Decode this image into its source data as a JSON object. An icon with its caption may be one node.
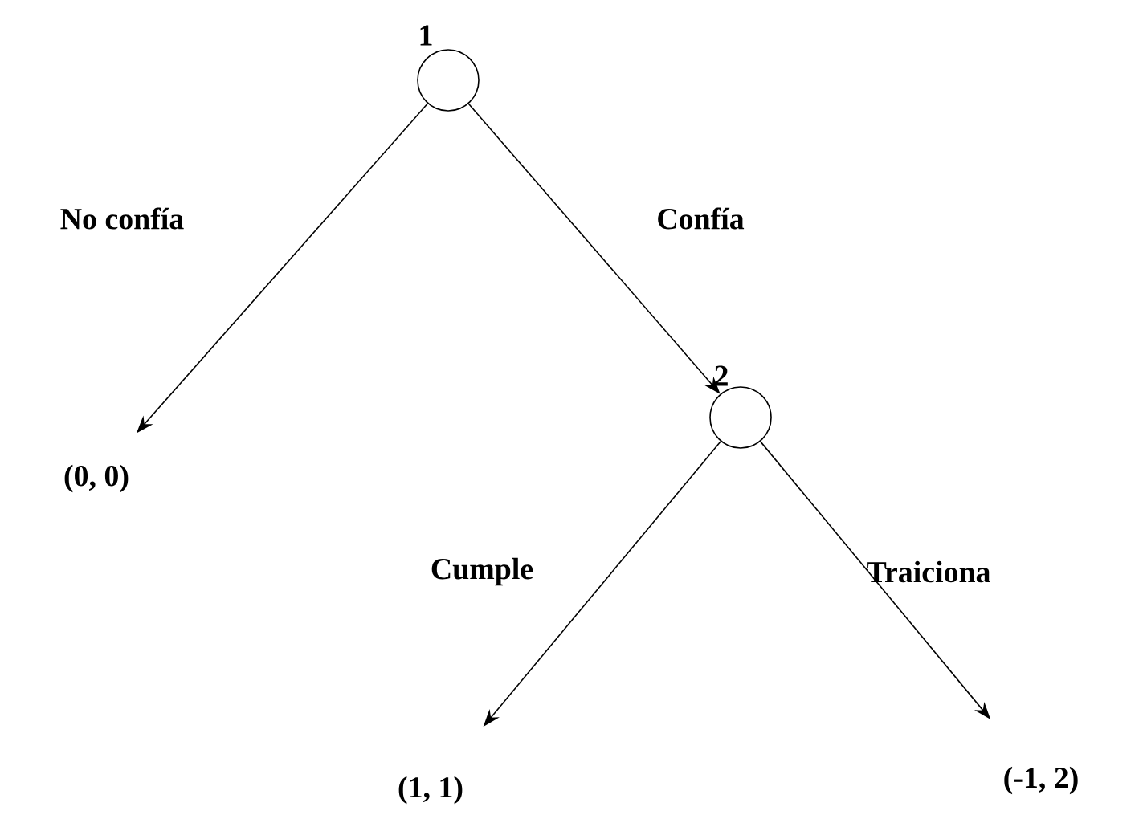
{
  "diagram": {
    "nodes": [
      {
        "text": [
          "1"
        ]
      },
      {
        "text": [
          "(0, 0)"
        ]
      },
      {
        "text": [
          "2"
        ]
      },
      {
        "text": [
          "(1, 1)"
        ]
      },
      {
        "text": [
          "(-1, 2)"
        ]
      }
    ],
    "edges": [
      {
        "from": 0,
        "to": 1,
        "arrow": "to",
        "label": "No confía"
      },
      {
        "from": 0,
        "to": 2,
        "arrow": "to",
        "label": "Confía"
      },
      {
        "from": 2,
        "to": 3,
        "arrow": "to",
        "label": "Cumple"
      },
      {
        "from": 2,
        "to": 4,
        "arrow": "to",
        "label": "Traiciona"
      }
    ]
  }
}
